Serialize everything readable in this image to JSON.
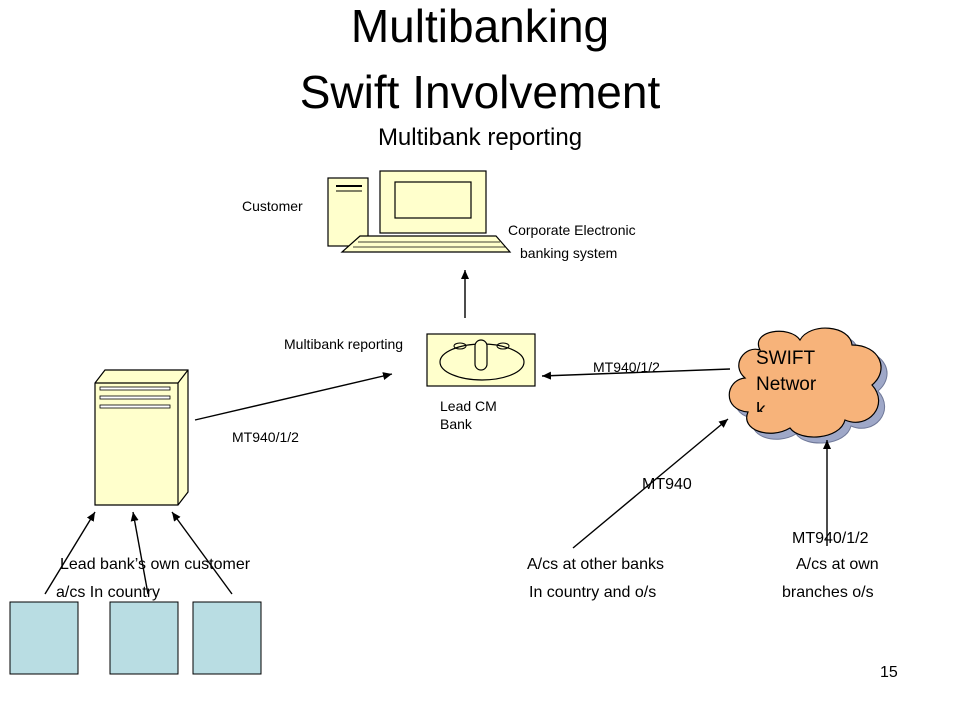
{
  "title": {
    "line1": "Multibanking",
    "line2": "Swift Involvement"
  },
  "subtitle": "Multibank reporting",
  "nodes": {
    "customer_label": "Customer",
    "corporate_line1": "Corporate Electronic",
    "corporate_line2": "banking system",
    "multibank_reporting": "Multibank reporting",
    "lead_cm_line1": "Lead CM",
    "lead_cm_line2": "Bank",
    "swift_line1": "SWIFT",
    "swift_line2": "Networ",
    "swift_line3": "k"
  },
  "edges": {
    "server_to_bank": "MT940/1/2",
    "swift_to_bank": "MT940/1/2",
    "other_banks_to_swift": "MT940",
    "own_branches_to_swift": "MT940/1/2"
  },
  "sources": {
    "lead_line1": "Lead bank’s own customer",
    "lead_line2": "a/cs In country",
    "other_line1": "A/cs at other banks",
    "other_line2": "In country and o/s",
    "own_line1": "A/cs at own",
    "own_line2": "branches o/s"
  },
  "colors": {
    "bank_fill": "#ffffcc",
    "server_fill": "#ffffcc",
    "account_fill": "#b9dde3",
    "cloud_fill": "#f7b37a",
    "cloud_shadow": "#9fa8c8"
  },
  "page_number": "15"
}
